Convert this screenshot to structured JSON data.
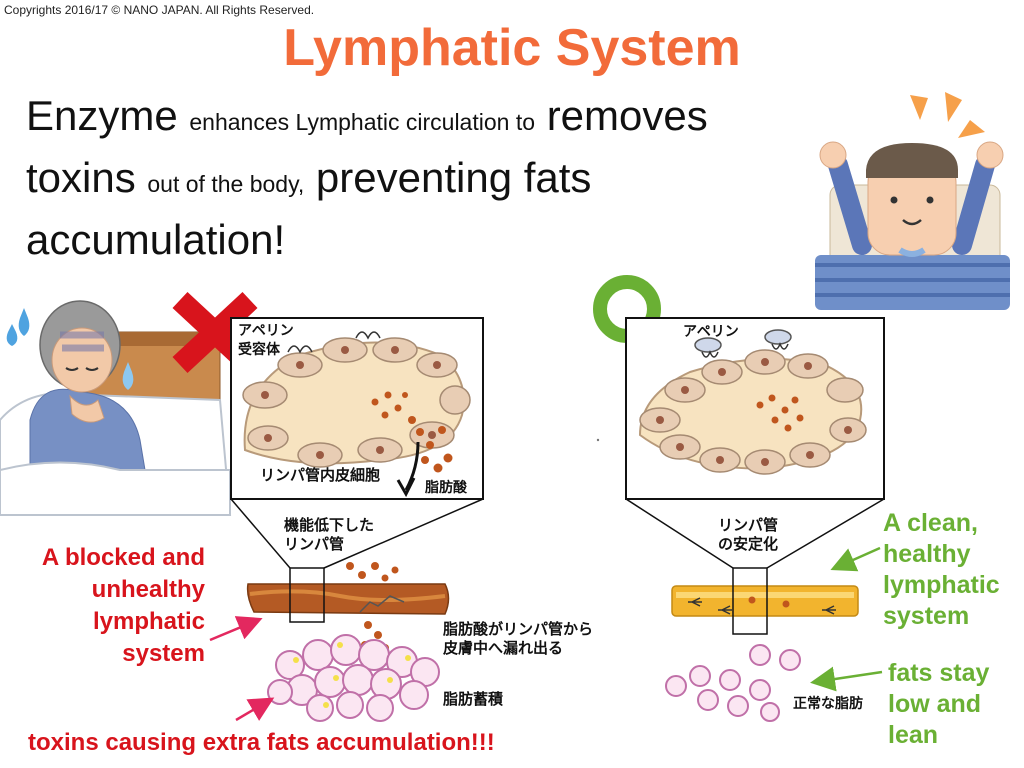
{
  "copyright": "Copyrights 2016/17 © NANO JAPAN. All Rights Reserved.",
  "title": "Lymphatic System",
  "headline": {
    "w1": "Enzyme",
    "s1": "enhances Lymphatic circulation to",
    "w2": "removes",
    "w3": "toxins",
    "s2": "out of the body,",
    "w4": "preventing fats",
    "w5": "accumulation!"
  },
  "left": {
    "marker": "X",
    "label_lines": [
      "A blocked and",
      "unhealthy",
      "lymphatic",
      "system"
    ],
    "bottom_label": "toxins causing extra fats accumulation!!!",
    "jp_receptor_lines": [
      "アペリン",
      "受容体"
    ],
    "jp_cells": "リンパ管内皮細胞",
    "jp_fatty_acid": "脂肪酸",
    "jp_vessel_lines": [
      "機能低下した",
      "リンパ管"
    ],
    "jp_leak_lines": [
      "脂肪酸がリンパ管から",
      "皮膚中へ漏れ出る"
    ],
    "jp_fat_accum": "脂肪蓄積"
  },
  "right": {
    "marker": "O",
    "label_lines": [
      "A clean,",
      "healthy",
      "lymphatic",
      "system"
    ],
    "fats_lines": [
      "fats stay",
      "low and",
      "lean"
    ],
    "jp_apelin": "アペリン",
    "jp_vessel_lines": [
      "リンパ管",
      "の安定化"
    ],
    "jp_normal_fat": "正常な脂肪"
  },
  "colors": {
    "title": "#f26b3a",
    "red": "#d8141c",
    "green": "#6ab034",
    "arrow_pink": "#e3285f",
    "vessel_brown": "#b45a24",
    "vessel_gold": "#f2b42e",
    "tissue": "#f7e3c0"
  },
  "icons": [
    "sick-elderly-person-illustration",
    "happy-man-illustration",
    "cross-mark-icon",
    "circle-mark-icon"
  ]
}
